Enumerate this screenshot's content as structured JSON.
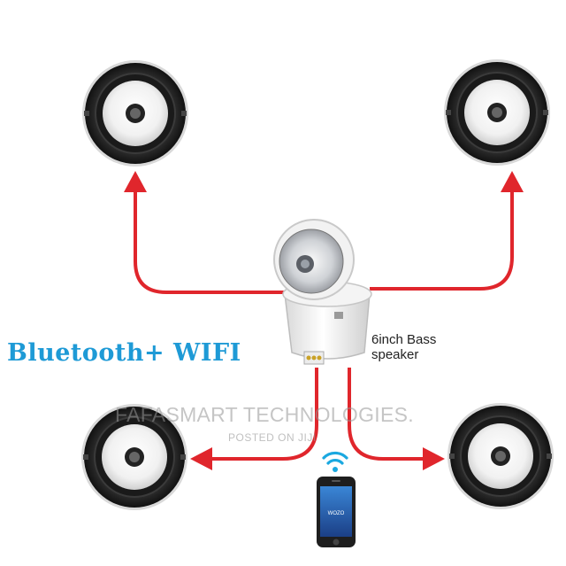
{
  "labels": {
    "connectivity": "Bluetooth+ WIFI",
    "bass_speaker_line1": "6inch Bass",
    "bass_speaker_line2": "speaker"
  },
  "phone": {
    "screen_text": "WOZO"
  },
  "watermark": {
    "line1": "FAFASMART TECHNOLOGIES.",
    "line2": "POSTED ON JIJI"
  },
  "colors": {
    "arrow": "#e0262c",
    "label_blue": "#1e9ad6",
    "wifi": "#1aa8e0"
  }
}
